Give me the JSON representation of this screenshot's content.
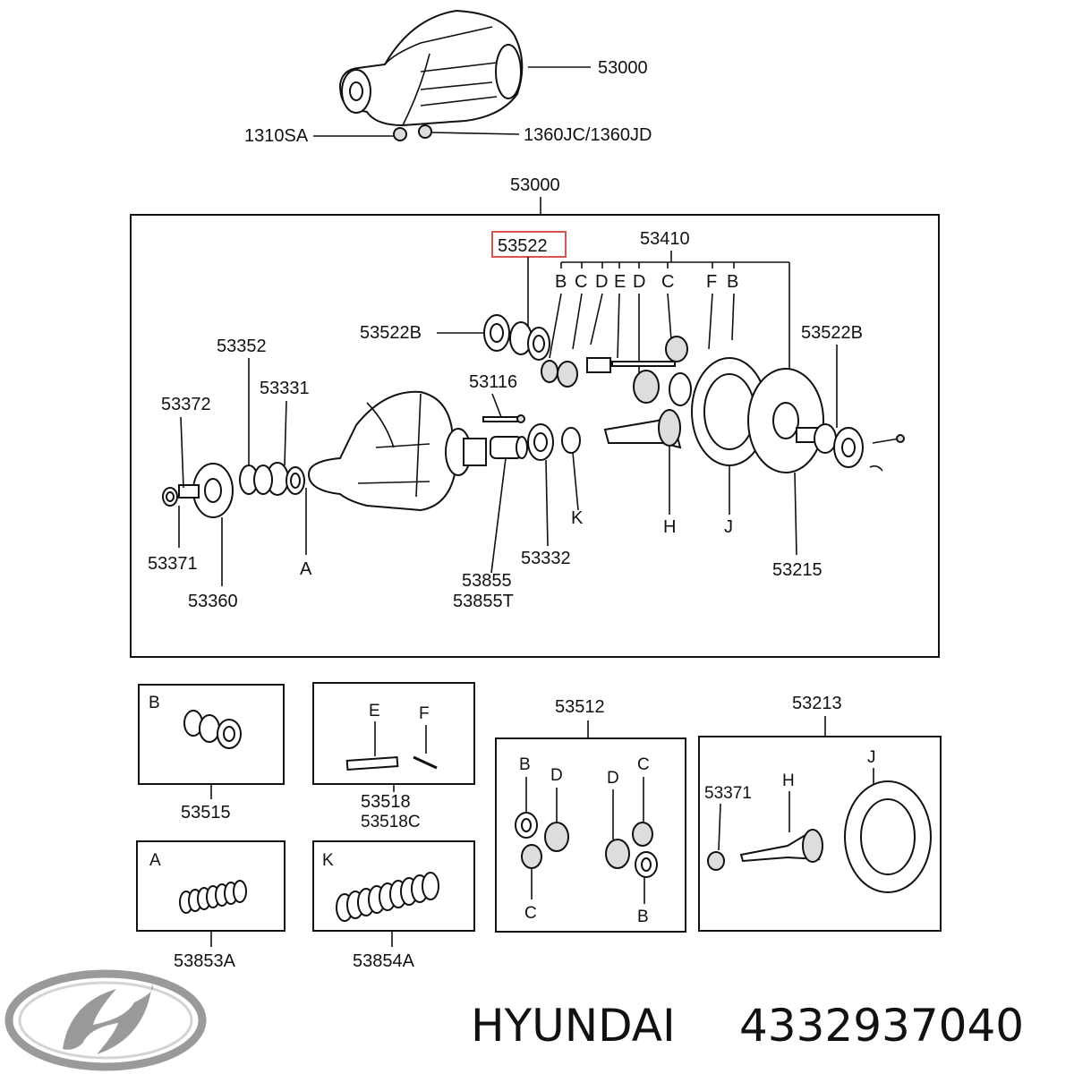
{
  "top_assembly": {
    "part": "53000",
    "nut_left": "1310SA",
    "nut_right": "1360JC/1360JD"
  },
  "main_box": {
    "title": "53000",
    "highlighted": "53522",
    "labels": {
      "p53410": "53410",
      "p53522b_left": "53522B",
      "p53522b_right": "53522B",
      "p53352": "53352",
      "p53331": "53331",
      "p53372": "53372",
      "p53116": "53116",
      "p53371": "53371",
      "p53360": "53360",
      "pA": "A",
      "p53855": "53855",
      "p53855t": "53855T",
      "p53332": "53332",
      "pK": "K",
      "pH": "H",
      "pJ": "J",
      "p53215": "53215"
    },
    "letters": [
      "B",
      "C",
      "D",
      "E",
      "D",
      "C",
      "F",
      "B"
    ]
  },
  "kits": {
    "b": {
      "letter": "B",
      "part": "53515"
    },
    "ef": {
      "e": "E",
      "f": "F",
      "part": "53518",
      "part_alt": "53518C"
    },
    "gears": {
      "part": "53512",
      "b1": "B",
      "d1": "D",
      "c1": "C",
      "d2": "D",
      "c2": "C",
      "b2": "B"
    },
    "ring": {
      "part": "53213",
      "nut": "53371",
      "h": "H",
      "j": "J"
    },
    "a": {
      "letter": "A",
      "part": "53853A"
    },
    "k": {
      "letter": "K",
      "part": "53854A"
    }
  },
  "footer": {
    "brand": "HYUNDAI",
    "part_number": "4332937040"
  },
  "colors": {
    "highlight": "#d9534f",
    "logo": "#9a9a9a"
  }
}
